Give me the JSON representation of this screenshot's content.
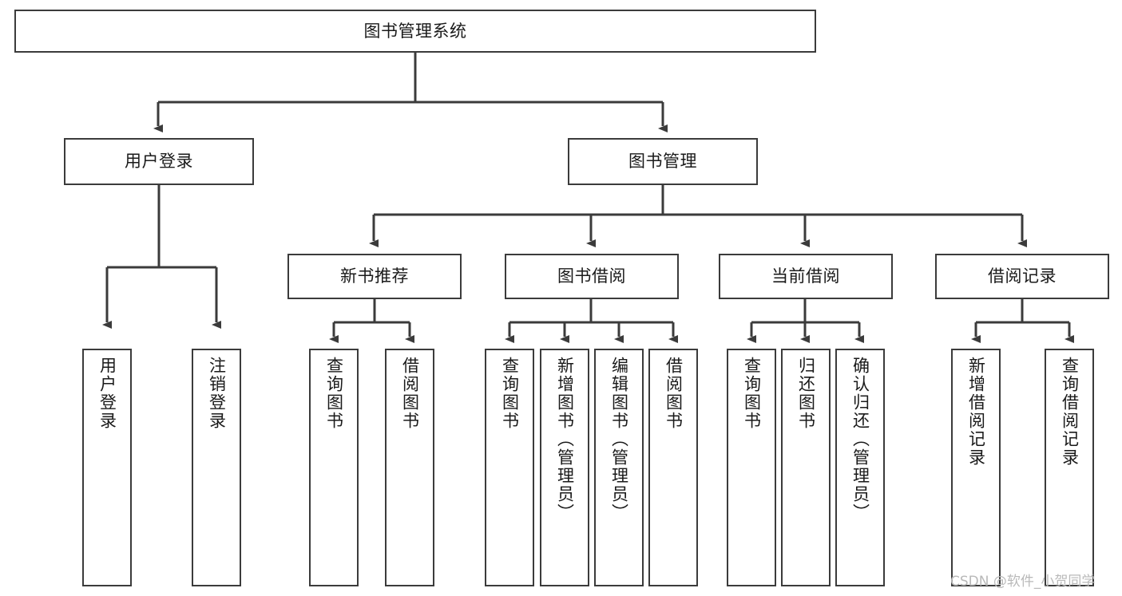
{
  "diagram": {
    "title": "图书管理系统",
    "colors": {
      "border": "#3b3b3b",
      "background": "#ffffff",
      "line": "#3b3b3b",
      "watermark": "#b9b9b9"
    },
    "root": {
      "label": "图书管理系统"
    },
    "level2": [
      {
        "label": "用户登录"
      },
      {
        "label": "图书管理"
      }
    ],
    "level3": [
      {
        "label": "新书推荐"
      },
      {
        "label": "图书借阅"
      },
      {
        "label": "当前借阅"
      },
      {
        "label": "借阅记录"
      }
    ],
    "leaves": {
      "user_login": [
        {
          "label": "用户登录"
        },
        {
          "label": "注销登录"
        }
      ],
      "new_books": [
        {
          "label": "查询图书"
        },
        {
          "label": "借阅图书"
        }
      ],
      "book_borrow": [
        {
          "label": "查询图书"
        },
        {
          "label": "新增图书（管理员）"
        },
        {
          "label": "编辑图书（管理员）"
        },
        {
          "label": "借阅图书"
        }
      ],
      "current_borrow": [
        {
          "label": "查询图书"
        },
        {
          "label": "归还图书"
        },
        {
          "label": "确认归还（管理员）"
        }
      ],
      "borrow_records": [
        {
          "label": "新增借阅记录"
        },
        {
          "label": "查询借阅记录"
        }
      ]
    },
    "watermark": "CSDN @软件_小贺同学"
  }
}
